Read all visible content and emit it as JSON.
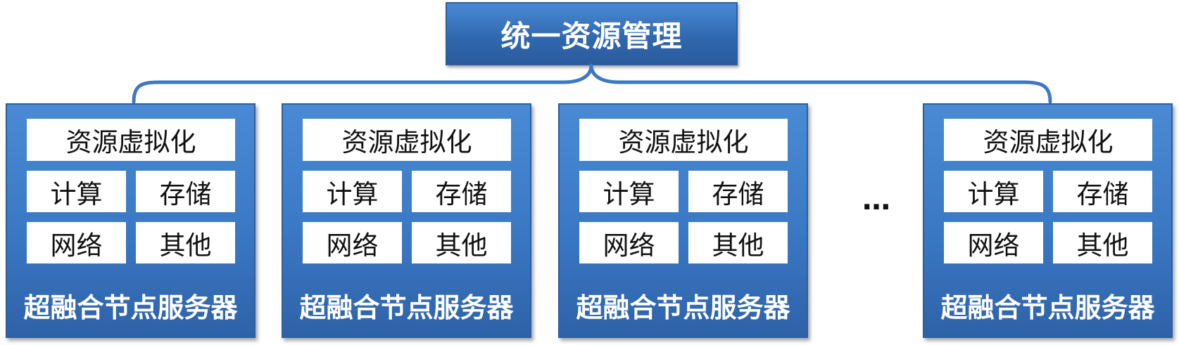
{
  "title": "统一资源管理",
  "nodes": [
    {
      "virtualization": "资源虚拟化",
      "compute": "计算",
      "storage": "存储",
      "network": "网络",
      "other": "其他",
      "label": "超融合节点服务器"
    },
    {
      "virtualization": "资源虚拟化",
      "compute": "计算",
      "storage": "存储",
      "network": "网络",
      "other": "其他",
      "label": "超融合节点服务器"
    },
    {
      "virtualization": "资源虚拟化",
      "compute": "计算",
      "storage": "存储",
      "network": "网络",
      "other": "其他",
      "label": "超融合节点服务器"
    },
    {
      "virtualization": "资源虚拟化",
      "compute": "计算",
      "storage": "存储",
      "network": "网络",
      "other": "其他",
      "label": "超融合节点服务器"
    }
  ],
  "ellipsis": "…",
  "colors": {
    "box_fill": "#3a78c4",
    "box_border": "#2e5e9e",
    "connector": "#3d78c2"
  }
}
